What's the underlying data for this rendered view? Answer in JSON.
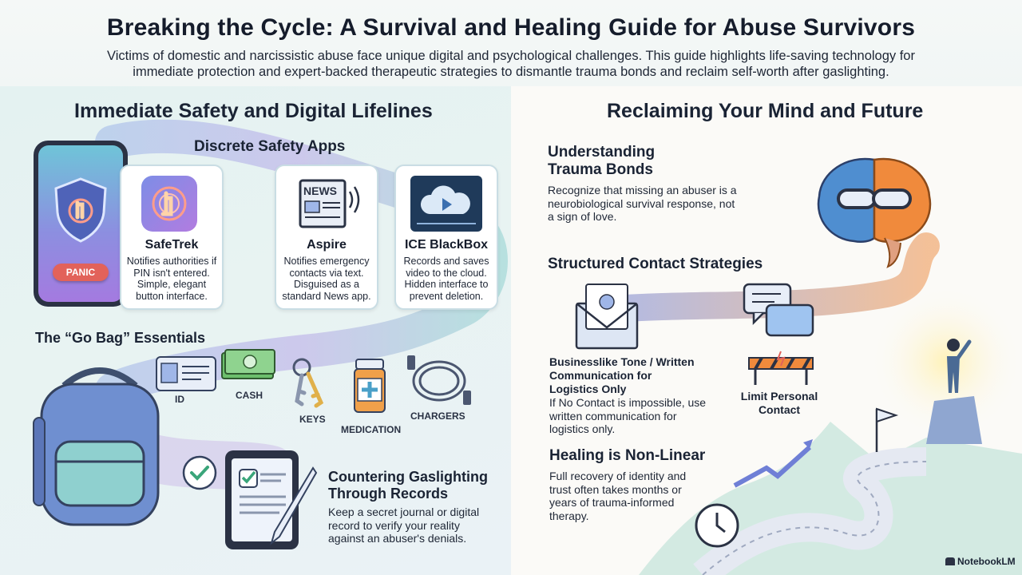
{
  "header": {
    "title": "Breaking the Cycle: A Survival and Healing Guide for Abuse Survivors",
    "subtitle": "Victims of domestic and narcissistic abuse face unique digital and psychological challenges. This guide highlights life-saving technology for immediate protection and expert-backed therapeutic strategies to dismantle trauma bonds and reclaim self-worth after gaslighting."
  },
  "left": {
    "title": "Immediate Safety and Digital Lifelines",
    "apps_title": "Discrete Safety Apps",
    "phone_button": "PANIC",
    "apps": [
      {
        "name": "SafeTrek",
        "desc": "Notifies authorities if PIN isn't entered. Simple, elegant button interface.",
        "icon": "hand-tap-icon"
      },
      {
        "name": "Aspire",
        "desc": "Notifies emergency contacts via text. Disguised as a standard News app.",
        "icon": "news-icon"
      },
      {
        "name": "ICE BlackBox",
        "desc": "Records and saves video to the cloud. Hidden interface to prevent deletion.",
        "icon": "cloud-video-icon"
      }
    ],
    "gobag_title": "The “Go Bag” Essentials",
    "gobag_items": [
      {
        "label": "ID",
        "icon": "id-card-icon"
      },
      {
        "label": "CASH",
        "icon": "cash-icon"
      },
      {
        "label": "KEYS",
        "icon": "keys-icon"
      },
      {
        "label": "MEDICATION",
        "icon": "medication-icon"
      },
      {
        "label": "CHARGERS",
        "icon": "charger-icon"
      }
    ],
    "gaslighting_title": "Countering Gaslighting Through Records",
    "gaslighting_text": "Keep a secret journal or digital record to verify your reality against an abuser's denials."
  },
  "right": {
    "title": "Reclaiming Your Mind and Future",
    "trauma_title": "Understanding Trauma Bonds",
    "trauma_text": "Recognize that missing an abuser is a neurobiological survival response, not a sign of love.",
    "contact_title": "Structured Contact Strategies",
    "contact_left_title": "Businesslike Tone / Written Communication for Logistics Only",
    "contact_left_text": "If No Contact is impossible, use written communication for logistics only.",
    "contact_right_title": "Limit Personal Contact",
    "healing_title": "Healing is Non-Linear",
    "healing_text": "Full recovery of identity and trust often takes months or years of trauma-informed therapy."
  },
  "watermark": "NotebookLM",
  "colors": {
    "accent_purple": "#8d6fd6",
    "accent_teal": "#5fb3b6",
    "panic_red": "#e2625a",
    "brain_blue": "#4f8ed0",
    "brain_orange": "#f08a3c"
  }
}
